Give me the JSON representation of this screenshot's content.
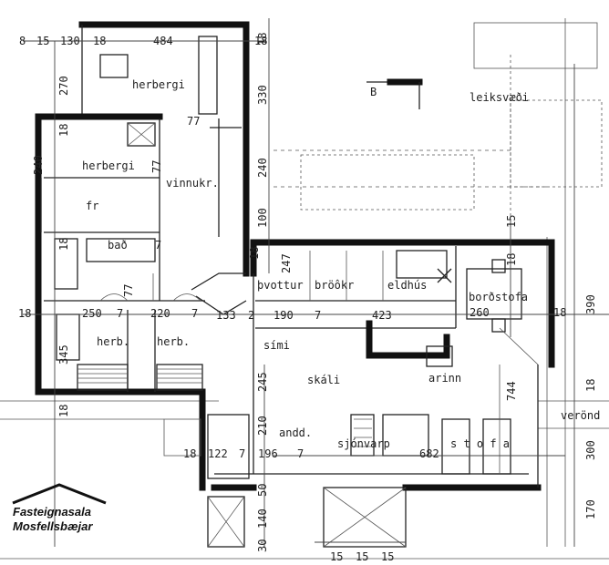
{
  "rooms": {
    "herbergi_1": "herbergi",
    "herbergi_2": "herbergi",
    "vinnukr": "vinnukr.",
    "bad": "bað",
    "herb_1": "herb.",
    "herb_2": "herb.",
    "thvottur": "þvottur",
    "borokr": "bröôkr",
    "eldhus": "eldhús",
    "bordstofa": "borðstofa",
    "skali": "skáli",
    "sjonvarp": "sjónvarp",
    "stofa": "s t o f a",
    "arinn": "arinn",
    "leiksvaedi": "leiksvæði",
    "verond": "verönd",
    "andd": "andd.",
    "simi": "sími",
    "fr": "fr",
    "marker_b": "B"
  },
  "dimensions": {
    "top_8": "8",
    "top_15": "15",
    "top_130": "130",
    "top_18a": "18",
    "top_484": "484",
    "top_18b": "18",
    "left_270": "270",
    "left_18a": "18",
    "left_240": "240",
    "left_18b": "18",
    "left_345": "345",
    "left_18c": "18",
    "mid_330": "330",
    "mid_240": "240",
    "mid_100": "100",
    "mid_18": "18",
    "mid_77a": "77",
    "mid_77b": "77",
    "mid_77c": "77",
    "mid_7a": "7",
    "row_250": "250",
    "row_7a": "7",
    "row_220": "220",
    "row_7b": "7",
    "row_133": "133",
    "row_2": "2",
    "row_190": "190",
    "row_7c": "7",
    "row_423": "423",
    "row_260": "260",
    "row_18": "18",
    "kitchen_247": "247",
    "kitchen_18": "18",
    "right_15": "15",
    "right_18": "18",
    "right_390": "390",
    "right_744": "744",
    "right_18b": "18",
    "right_300": "300",
    "right_170": "170",
    "bot_18": "18",
    "bot_122": "122",
    "bot_7a": "7",
    "bot_196": "196",
    "bot_7b": "7",
    "bot_682": "682",
    "vert_245": "245",
    "vert_210": "210",
    "vert_50": "50",
    "vert_140": "140",
    "vert_30": "30",
    "bot_15a": "15",
    "bot_15b": "15",
    "bot_15c": "15",
    "left_18d": "18"
  },
  "logo": {
    "line1": "Fasteignasala",
    "line2": "Mosfellsbæjar"
  },
  "colors": {
    "ink": "#111111",
    "paper": "#ffffff"
  }
}
